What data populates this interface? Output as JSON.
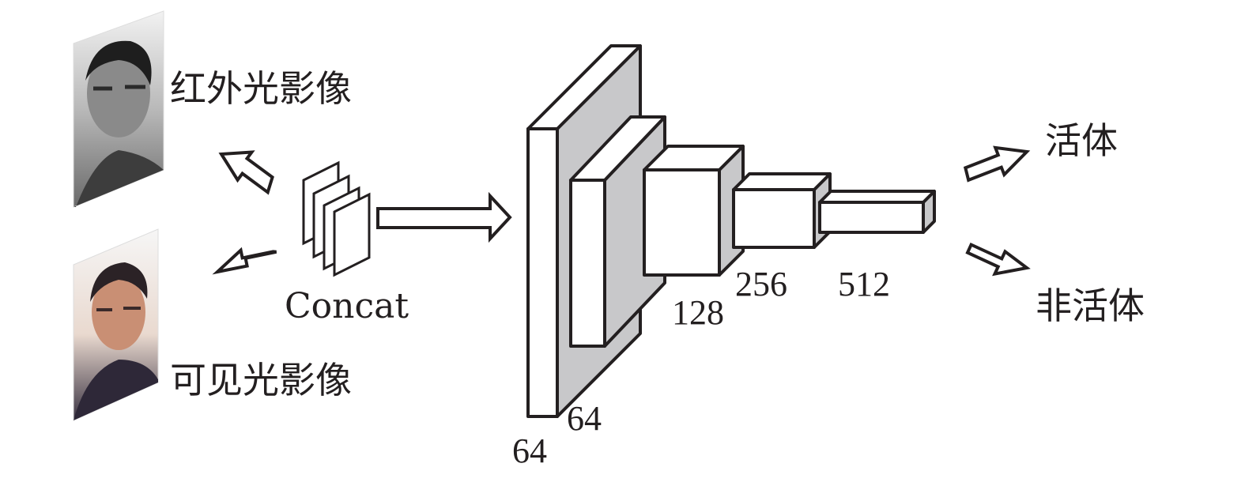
{
  "inputs": {
    "infrared_label": "红外光影像",
    "visible_label": "可见光影像"
  },
  "concat_label": "Concat",
  "layers": {
    "l1_height": "64",
    "l1_width": "64",
    "l3": "128",
    "l4": "256",
    "l5": "512"
  },
  "outputs": {
    "live_label": "活体",
    "nonlive_label": "非活体"
  },
  "colors": {
    "stroke": "#231f20",
    "box_side": "#c8c8ca",
    "box_face": "#ffffff"
  }
}
